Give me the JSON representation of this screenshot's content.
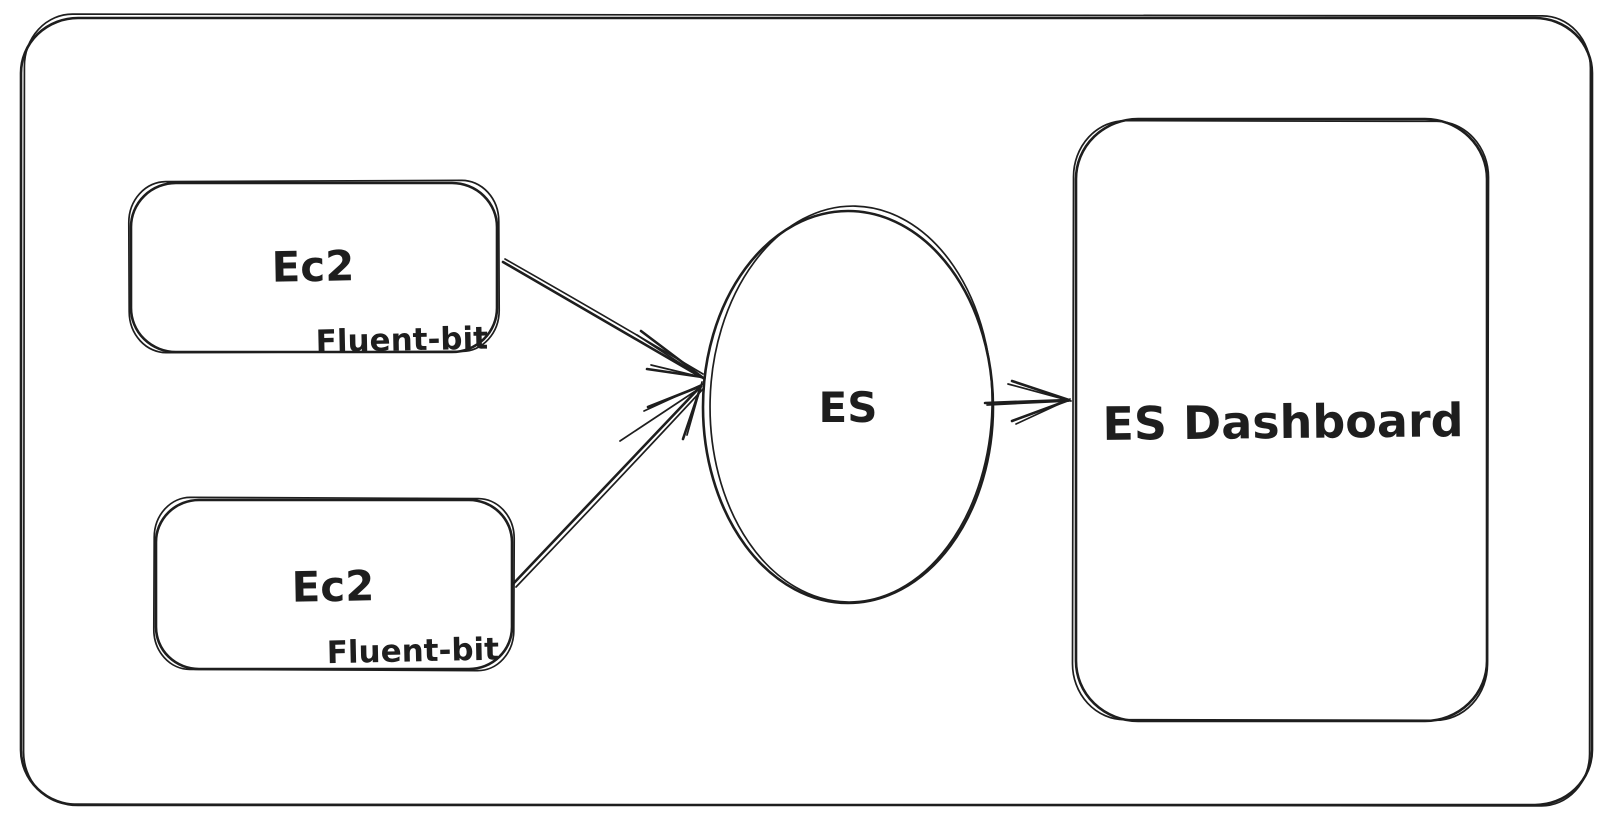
{
  "diagram": {
    "background_color": "#ffffff",
    "stroke_color": "#1e1e1e",
    "style": "hand-drawn-sketch",
    "nodes": {
      "ec2_top": {
        "shape": "rounded-rectangle",
        "label": "Ec2",
        "sublabel": "Fluent-bit"
      },
      "ec2_bottom": {
        "shape": "rounded-rectangle",
        "label": "Ec2",
        "sublabel": "Fluent-bit"
      },
      "es": {
        "shape": "ellipse",
        "label": "ES"
      },
      "es_dashboard": {
        "shape": "rounded-rectangle",
        "label": "ES Dashboard"
      }
    },
    "edges": [
      {
        "from": "ec2_top",
        "to": "es",
        "type": "arrow"
      },
      {
        "from": "ec2_bottom",
        "to": "es",
        "type": "arrow"
      },
      {
        "from": "es",
        "to": "es_dashboard",
        "type": "arrow"
      }
    ]
  }
}
